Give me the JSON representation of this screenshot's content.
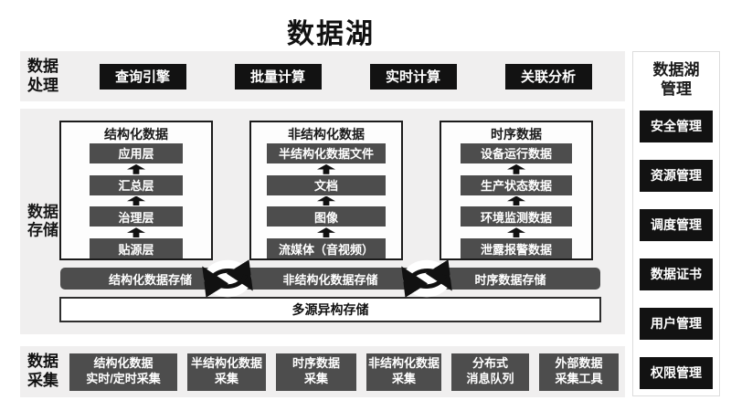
{
  "title": "数据湖",
  "colors": {
    "panel_bg": "#f0efef",
    "black_box": "#121212",
    "dark_box": "#4d4d4d",
    "box_text": "#ffffff",
    "border_dark": "#1b1b1b"
  },
  "icons": {
    "sync": "circular-sync-arrows"
  },
  "processing": {
    "label_lines": [
      "数据",
      "处理"
    ],
    "buttons": [
      "查询引擎",
      "批量计算",
      "实时计算",
      "关联分析"
    ]
  },
  "storage": {
    "label_lines": [
      "数据",
      "存储"
    ],
    "columns": [
      {
        "header": "结构化数据",
        "items": [
          "应用层",
          "汇总层",
          "治理层",
          "贴源层"
        ]
      },
      {
        "header": "非结构化数据",
        "items": [
          "半结构化数据文件",
          "文档",
          "图像",
          "流媒体（音视频）"
        ]
      },
      {
        "header": "时序数据",
        "items": [
          "设备运行数据",
          "生产状态数据",
          "环境监测数据",
          "泄露报警数据"
        ]
      }
    ],
    "store_segments": [
      "结构化数据存储",
      "非结构化数据存储",
      "时序数据存储"
    ],
    "bottom_bar": "多源异构存储"
  },
  "collection": {
    "label_lines": [
      "数据",
      "采集"
    ],
    "boxes": [
      [
        "结构化数据",
        "实时/定时采集"
      ],
      [
        "半结构化数据",
        "采集"
      ],
      [
        "时序数据",
        "采集"
      ],
      [
        "非结构化数据",
        "采集"
      ],
      [
        "分布式",
        "消息队列"
      ],
      [
        "外部数据",
        "采集工具"
      ]
    ]
  },
  "management": {
    "title_lines": [
      "数据湖",
      "管理"
    ],
    "items": [
      "安全管理",
      "资源管理",
      "调度管理",
      "数据证书",
      "用户管理",
      "权限管理"
    ]
  }
}
